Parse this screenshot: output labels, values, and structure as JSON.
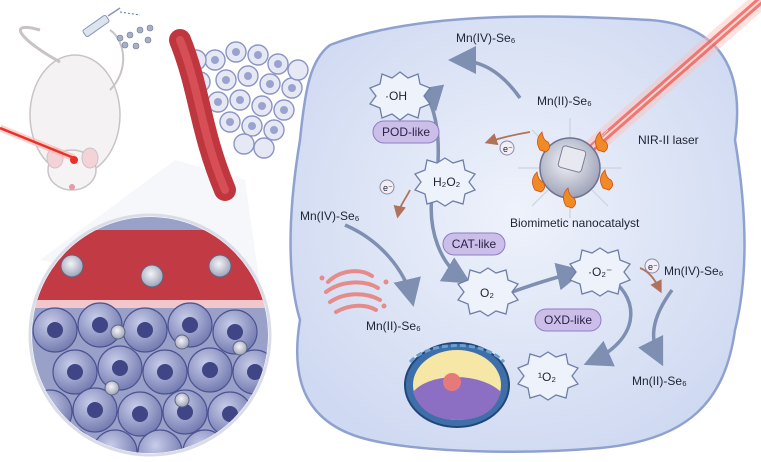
{
  "labels": {
    "mn4_top": "Mn(IV)-Se₆",
    "mn2_top": "Mn(II)-Se₆",
    "oh": "·OH",
    "pod": "POD-like",
    "nir": "NIR-II laser",
    "e_top": "e⁻",
    "h2o2": "H₂O₂",
    "e_left": "e⁻",
    "mn4_left": "Mn(IV)-Se₆",
    "nano": "Biomimetic nanocatalyst",
    "cat": "CAT-like",
    "o2": "O₂",
    "superoxide": "·O₂⁻",
    "e_right": "e⁻",
    "mn4_right": "Mn(IV)-Se₆",
    "oxd": "OXD-like",
    "mn2_left": "Mn(II)-Se₆",
    "singlet": "¹O₂",
    "mn2_right": "Mn(II)-Se₆"
  },
  "colors": {
    "cell_fill": "#dfe7f7",
    "cell_stroke": "#8fa2cf",
    "arrow": "#7e8fb2",
    "arrow_electron": "#b0735a",
    "pill": "#cbbfe9",
    "laser": "#e8322a",
    "vessel": "#c0363f",
    "tumor_cell": "#7f88bf"
  }
}
